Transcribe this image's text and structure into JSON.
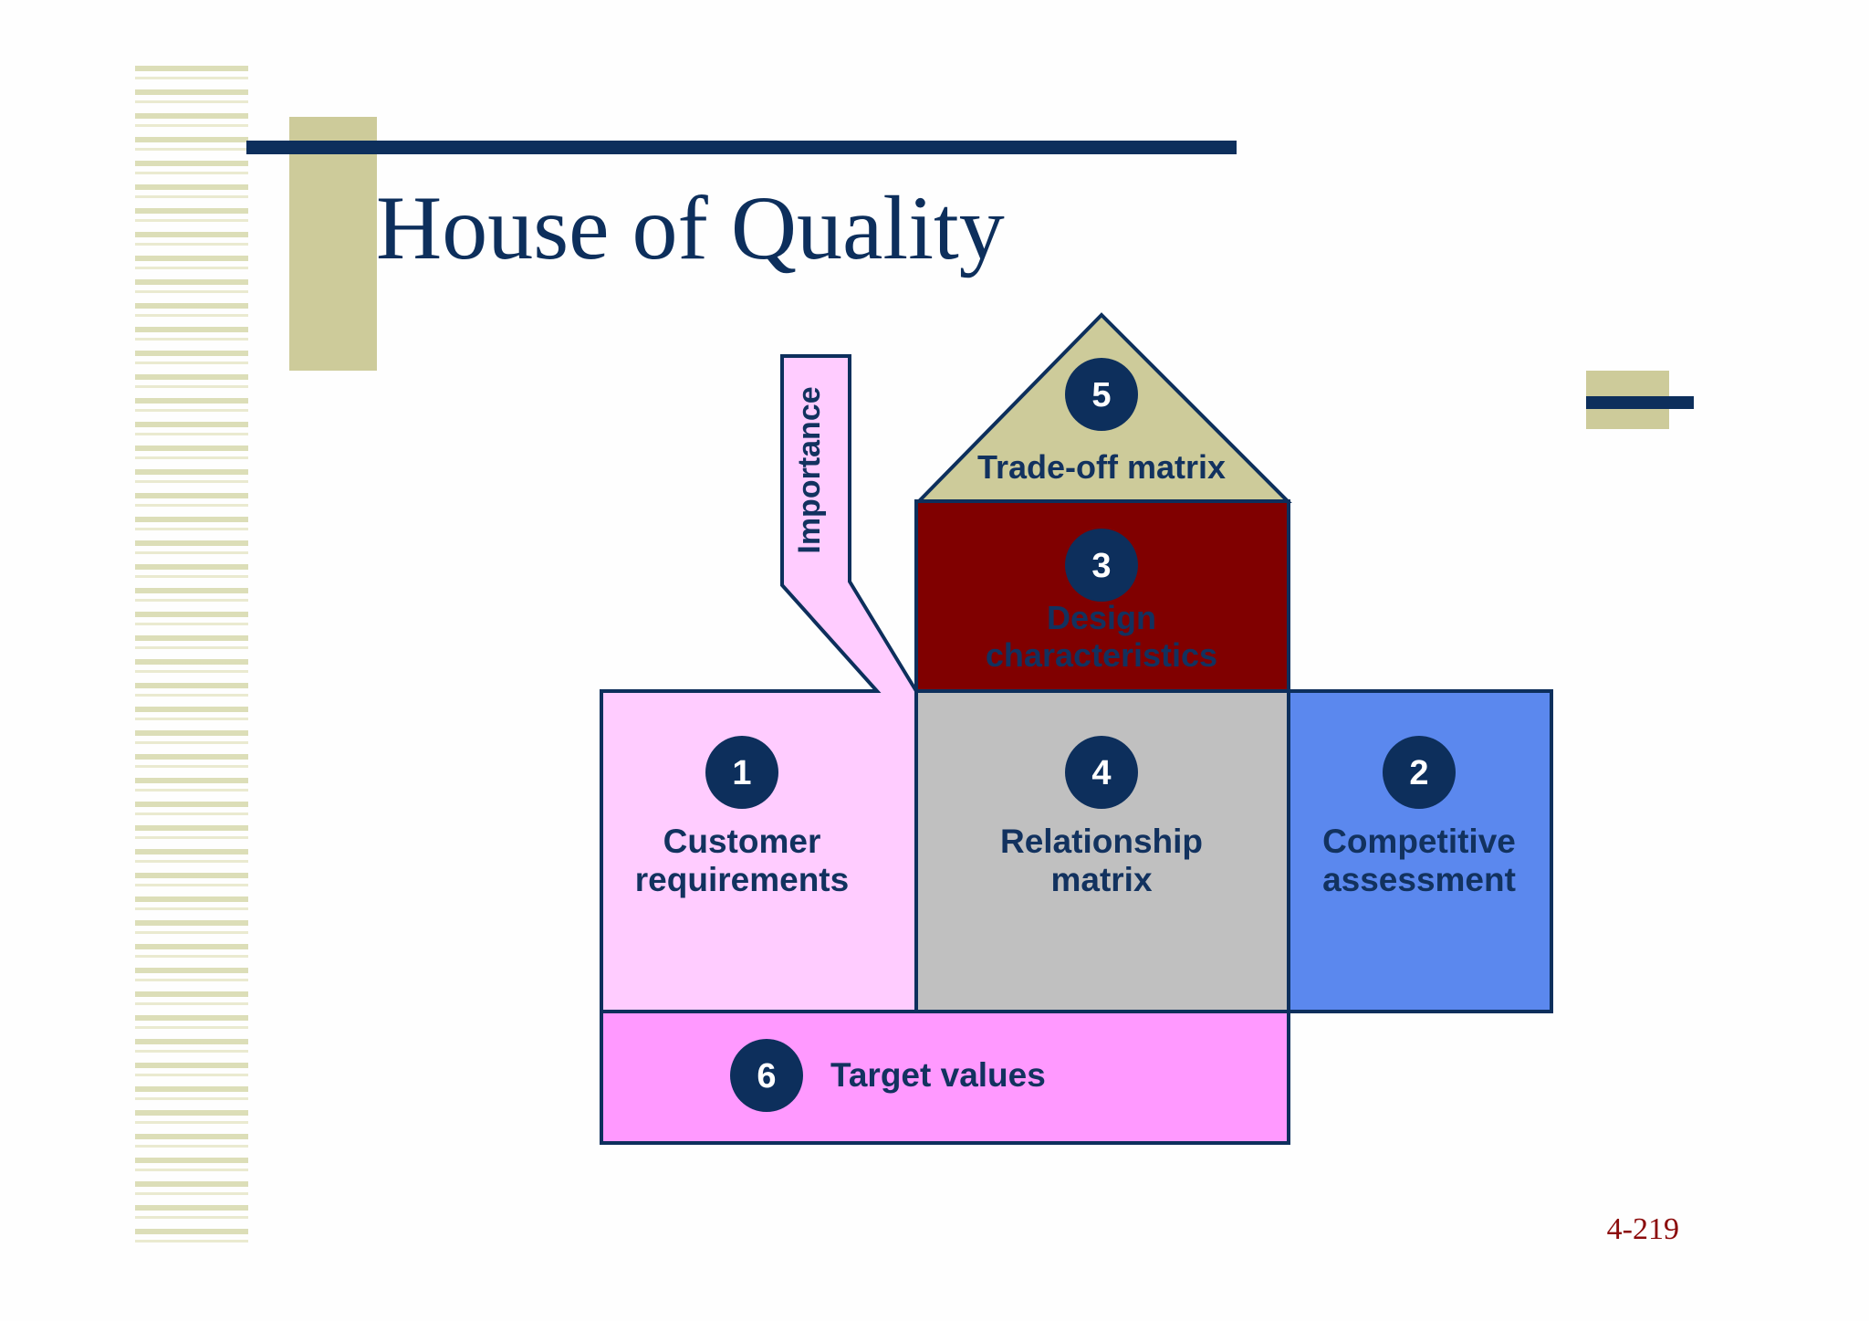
{
  "slide": {
    "title": "House of Quality",
    "page_number": "4-219"
  },
  "colors": {
    "navy": "#0d2f5c",
    "olive": "#cdcb9a",
    "roof": "#cdcb9a",
    "design": "#800000",
    "customer": "#ffccff",
    "relationship": "#c0c0c0",
    "competitive": "#5b88ee",
    "target": "#ff99ff",
    "page_number": "#8b0a0a"
  },
  "diagram": {
    "importance_label": "Importance",
    "sections": [
      {
        "id": "trade-off",
        "number": "5",
        "label": "Trade-off matrix"
      },
      {
        "id": "design",
        "number": "3",
        "label_lines": [
          "Design",
          "characteristics"
        ]
      },
      {
        "id": "customer",
        "number": "1",
        "label_lines": [
          "Customer",
          "requirements"
        ]
      },
      {
        "id": "relationship",
        "number": "4",
        "label_lines": [
          "Relationship",
          "matrix"
        ]
      },
      {
        "id": "competitive",
        "number": "2",
        "label_lines": [
          "Competitive",
          "assessment"
        ]
      },
      {
        "id": "target",
        "number": "6",
        "label": "Target values"
      }
    ]
  }
}
